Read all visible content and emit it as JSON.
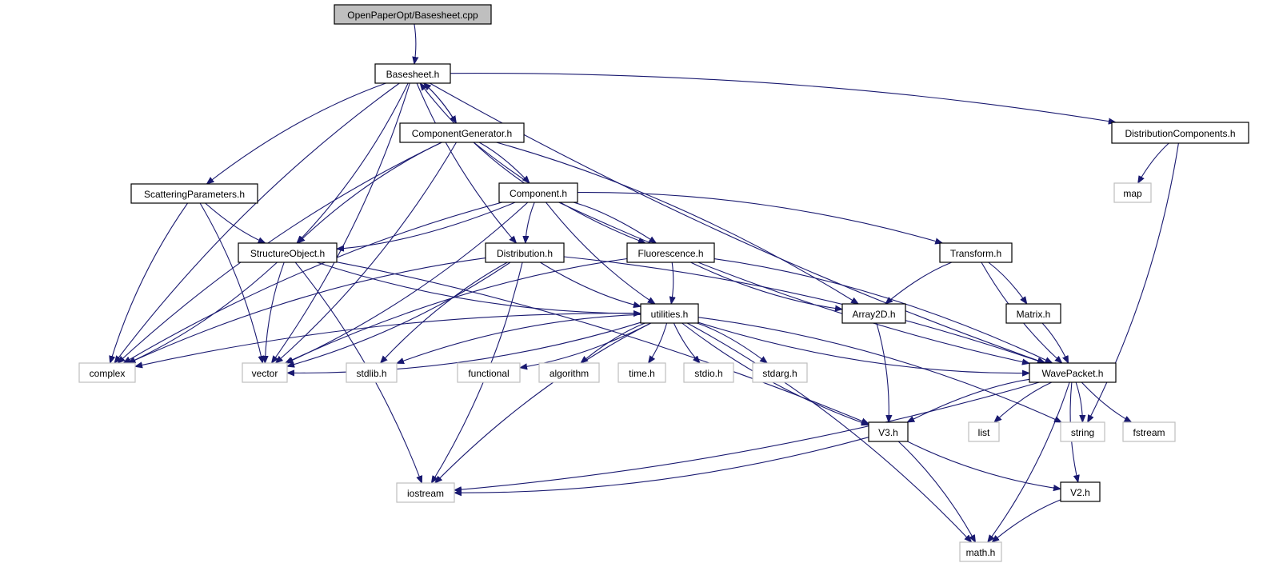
{
  "diagram": {
    "type": "include-dependency-graph",
    "colors": {
      "edge": "#191970",
      "root_fill": "#bfbfbf",
      "root_border": "#000000",
      "documented_fill": "#ffffff",
      "documented_border": "#000000",
      "external_fill": "#ffffff",
      "external_border": "#bfbfbf"
    },
    "nodes": [
      {
        "id": "root",
        "label": "OpenPaperOpt/Basesheet.cpp",
        "kind": "root"
      },
      {
        "id": "basesheet",
        "label": "Basesheet.h",
        "kind": "documented"
      },
      {
        "id": "compgen",
        "label": "ComponentGenerator.h",
        "kind": "documented"
      },
      {
        "id": "distcomp",
        "label": "DistributionComponents.h",
        "kind": "documented"
      },
      {
        "id": "scatter",
        "label": "ScatteringParameters.h",
        "kind": "documented"
      },
      {
        "id": "component",
        "label": "Component.h",
        "kind": "documented"
      },
      {
        "id": "map",
        "label": "map",
        "kind": "external"
      },
      {
        "id": "structobj",
        "label": "StructureObject.h",
        "kind": "documented"
      },
      {
        "id": "distribution",
        "label": "Distribution.h",
        "kind": "documented"
      },
      {
        "id": "fluor",
        "label": "Fluorescence.h",
        "kind": "documented"
      },
      {
        "id": "transform",
        "label": "Transform.h",
        "kind": "documented"
      },
      {
        "id": "utilities",
        "label": "utilities.h",
        "kind": "documented"
      },
      {
        "id": "array2d",
        "label": "Array2D.h",
        "kind": "documented"
      },
      {
        "id": "matrix",
        "label": "Matrix.h",
        "kind": "documented"
      },
      {
        "id": "complex",
        "label": "complex",
        "kind": "external"
      },
      {
        "id": "vector",
        "label": "vector",
        "kind": "external"
      },
      {
        "id": "stdlib",
        "label": "stdlib.h",
        "kind": "external"
      },
      {
        "id": "functional",
        "label": "functional",
        "kind": "external"
      },
      {
        "id": "algorithm",
        "label": "algorithm",
        "kind": "external"
      },
      {
        "id": "time",
        "label": "time.h",
        "kind": "external"
      },
      {
        "id": "stdio",
        "label": "stdio.h",
        "kind": "external"
      },
      {
        "id": "stdarg",
        "label": "stdarg.h",
        "kind": "external"
      },
      {
        "id": "wavepacket",
        "label": "WavePacket.h",
        "kind": "documented"
      },
      {
        "id": "v3",
        "label": "V3.h",
        "kind": "documented"
      },
      {
        "id": "list",
        "label": "list",
        "kind": "external"
      },
      {
        "id": "string",
        "label": "string",
        "kind": "external"
      },
      {
        "id": "fstream",
        "label": "fstream",
        "kind": "external"
      },
      {
        "id": "iostream",
        "label": "iostream",
        "kind": "external"
      },
      {
        "id": "v2",
        "label": "V2.h",
        "kind": "documented"
      },
      {
        "id": "math",
        "label": "math.h",
        "kind": "external"
      }
    ],
    "edges": [
      {
        "from": "root",
        "to": "basesheet"
      },
      {
        "from": "basesheet",
        "to": "complex"
      },
      {
        "from": "basesheet",
        "to": "vector"
      },
      {
        "from": "basesheet",
        "to": "scatter"
      },
      {
        "from": "basesheet",
        "to": "structobj"
      },
      {
        "from": "basesheet",
        "to": "distribution"
      },
      {
        "from": "basesheet",
        "to": "compgen"
      },
      {
        "from": "basesheet",
        "to": "wavepacket"
      },
      {
        "from": "basesheet",
        "to": "distcomp"
      },
      {
        "from": "compgen",
        "to": "basesheet"
      },
      {
        "from": "component",
        "to": "basesheet"
      },
      {
        "from": "compgen",
        "to": "complex"
      },
      {
        "from": "compgen",
        "to": "vector"
      },
      {
        "from": "compgen",
        "to": "structobj"
      },
      {
        "from": "compgen",
        "to": "component"
      },
      {
        "from": "compgen",
        "to": "fluor"
      },
      {
        "from": "compgen",
        "to": "array2d"
      },
      {
        "from": "distcomp",
        "to": "map"
      },
      {
        "from": "distcomp",
        "to": "string"
      },
      {
        "from": "scatter",
        "to": "complex"
      },
      {
        "from": "scatter",
        "to": "vector"
      },
      {
        "from": "scatter",
        "to": "structobj"
      },
      {
        "from": "component",
        "to": "structobj"
      },
      {
        "from": "component",
        "to": "complex"
      },
      {
        "from": "component",
        "to": "vector"
      },
      {
        "from": "component",
        "to": "distribution"
      },
      {
        "from": "component",
        "to": "fluor"
      },
      {
        "from": "component",
        "to": "utilities"
      },
      {
        "from": "component",
        "to": "transform"
      },
      {
        "from": "component",
        "to": "wavepacket"
      },
      {
        "from": "structobj",
        "to": "complex"
      },
      {
        "from": "structobj",
        "to": "vector"
      },
      {
        "from": "structobj",
        "to": "iostream"
      },
      {
        "from": "structobj",
        "to": "utilities"
      },
      {
        "from": "structobj",
        "to": "v3"
      },
      {
        "from": "distribution",
        "to": "complex"
      },
      {
        "from": "distribution",
        "to": "vector"
      },
      {
        "from": "distribution",
        "to": "stdlib"
      },
      {
        "from": "distribution",
        "to": "iostream"
      },
      {
        "from": "distribution",
        "to": "utilities"
      },
      {
        "from": "distribution",
        "to": "wavepacket"
      },
      {
        "from": "fluor",
        "to": "vector"
      },
      {
        "from": "fluor",
        "to": "utilities"
      },
      {
        "from": "fluor",
        "to": "array2d"
      },
      {
        "from": "fluor",
        "to": "wavepacket"
      },
      {
        "from": "transform",
        "to": "array2d"
      },
      {
        "from": "transform",
        "to": "matrix"
      },
      {
        "from": "transform",
        "to": "wavepacket"
      },
      {
        "from": "matrix",
        "to": "wavepacket"
      },
      {
        "from": "utilities",
        "to": "complex"
      },
      {
        "from": "utilities",
        "to": "vector"
      },
      {
        "from": "utilities",
        "to": "stdlib"
      },
      {
        "from": "utilities",
        "to": "functional"
      },
      {
        "from": "utilities",
        "to": "algorithm"
      },
      {
        "from": "utilities",
        "to": "time"
      },
      {
        "from": "utilities",
        "to": "stdio"
      },
      {
        "from": "utilities",
        "to": "stdarg"
      },
      {
        "from": "utilities",
        "to": "iostream"
      },
      {
        "from": "utilities",
        "to": "math"
      },
      {
        "from": "utilities",
        "to": "v3"
      },
      {
        "from": "utilities",
        "to": "string"
      },
      {
        "from": "utilities",
        "to": "wavepacket"
      },
      {
        "from": "array2d",
        "to": "v3"
      },
      {
        "from": "wavepacket",
        "to": "v3"
      },
      {
        "from": "wavepacket",
        "to": "iostream"
      },
      {
        "from": "wavepacket",
        "to": "list"
      },
      {
        "from": "wavepacket",
        "to": "string"
      },
      {
        "from": "wavepacket",
        "to": "fstream"
      },
      {
        "from": "wavepacket",
        "to": "math"
      },
      {
        "from": "wavepacket",
        "to": "v2"
      },
      {
        "from": "v3",
        "to": "iostream"
      },
      {
        "from": "v3",
        "to": "v2"
      },
      {
        "from": "v3",
        "to": "math"
      },
      {
        "from": "v2",
        "to": "math"
      }
    ]
  }
}
